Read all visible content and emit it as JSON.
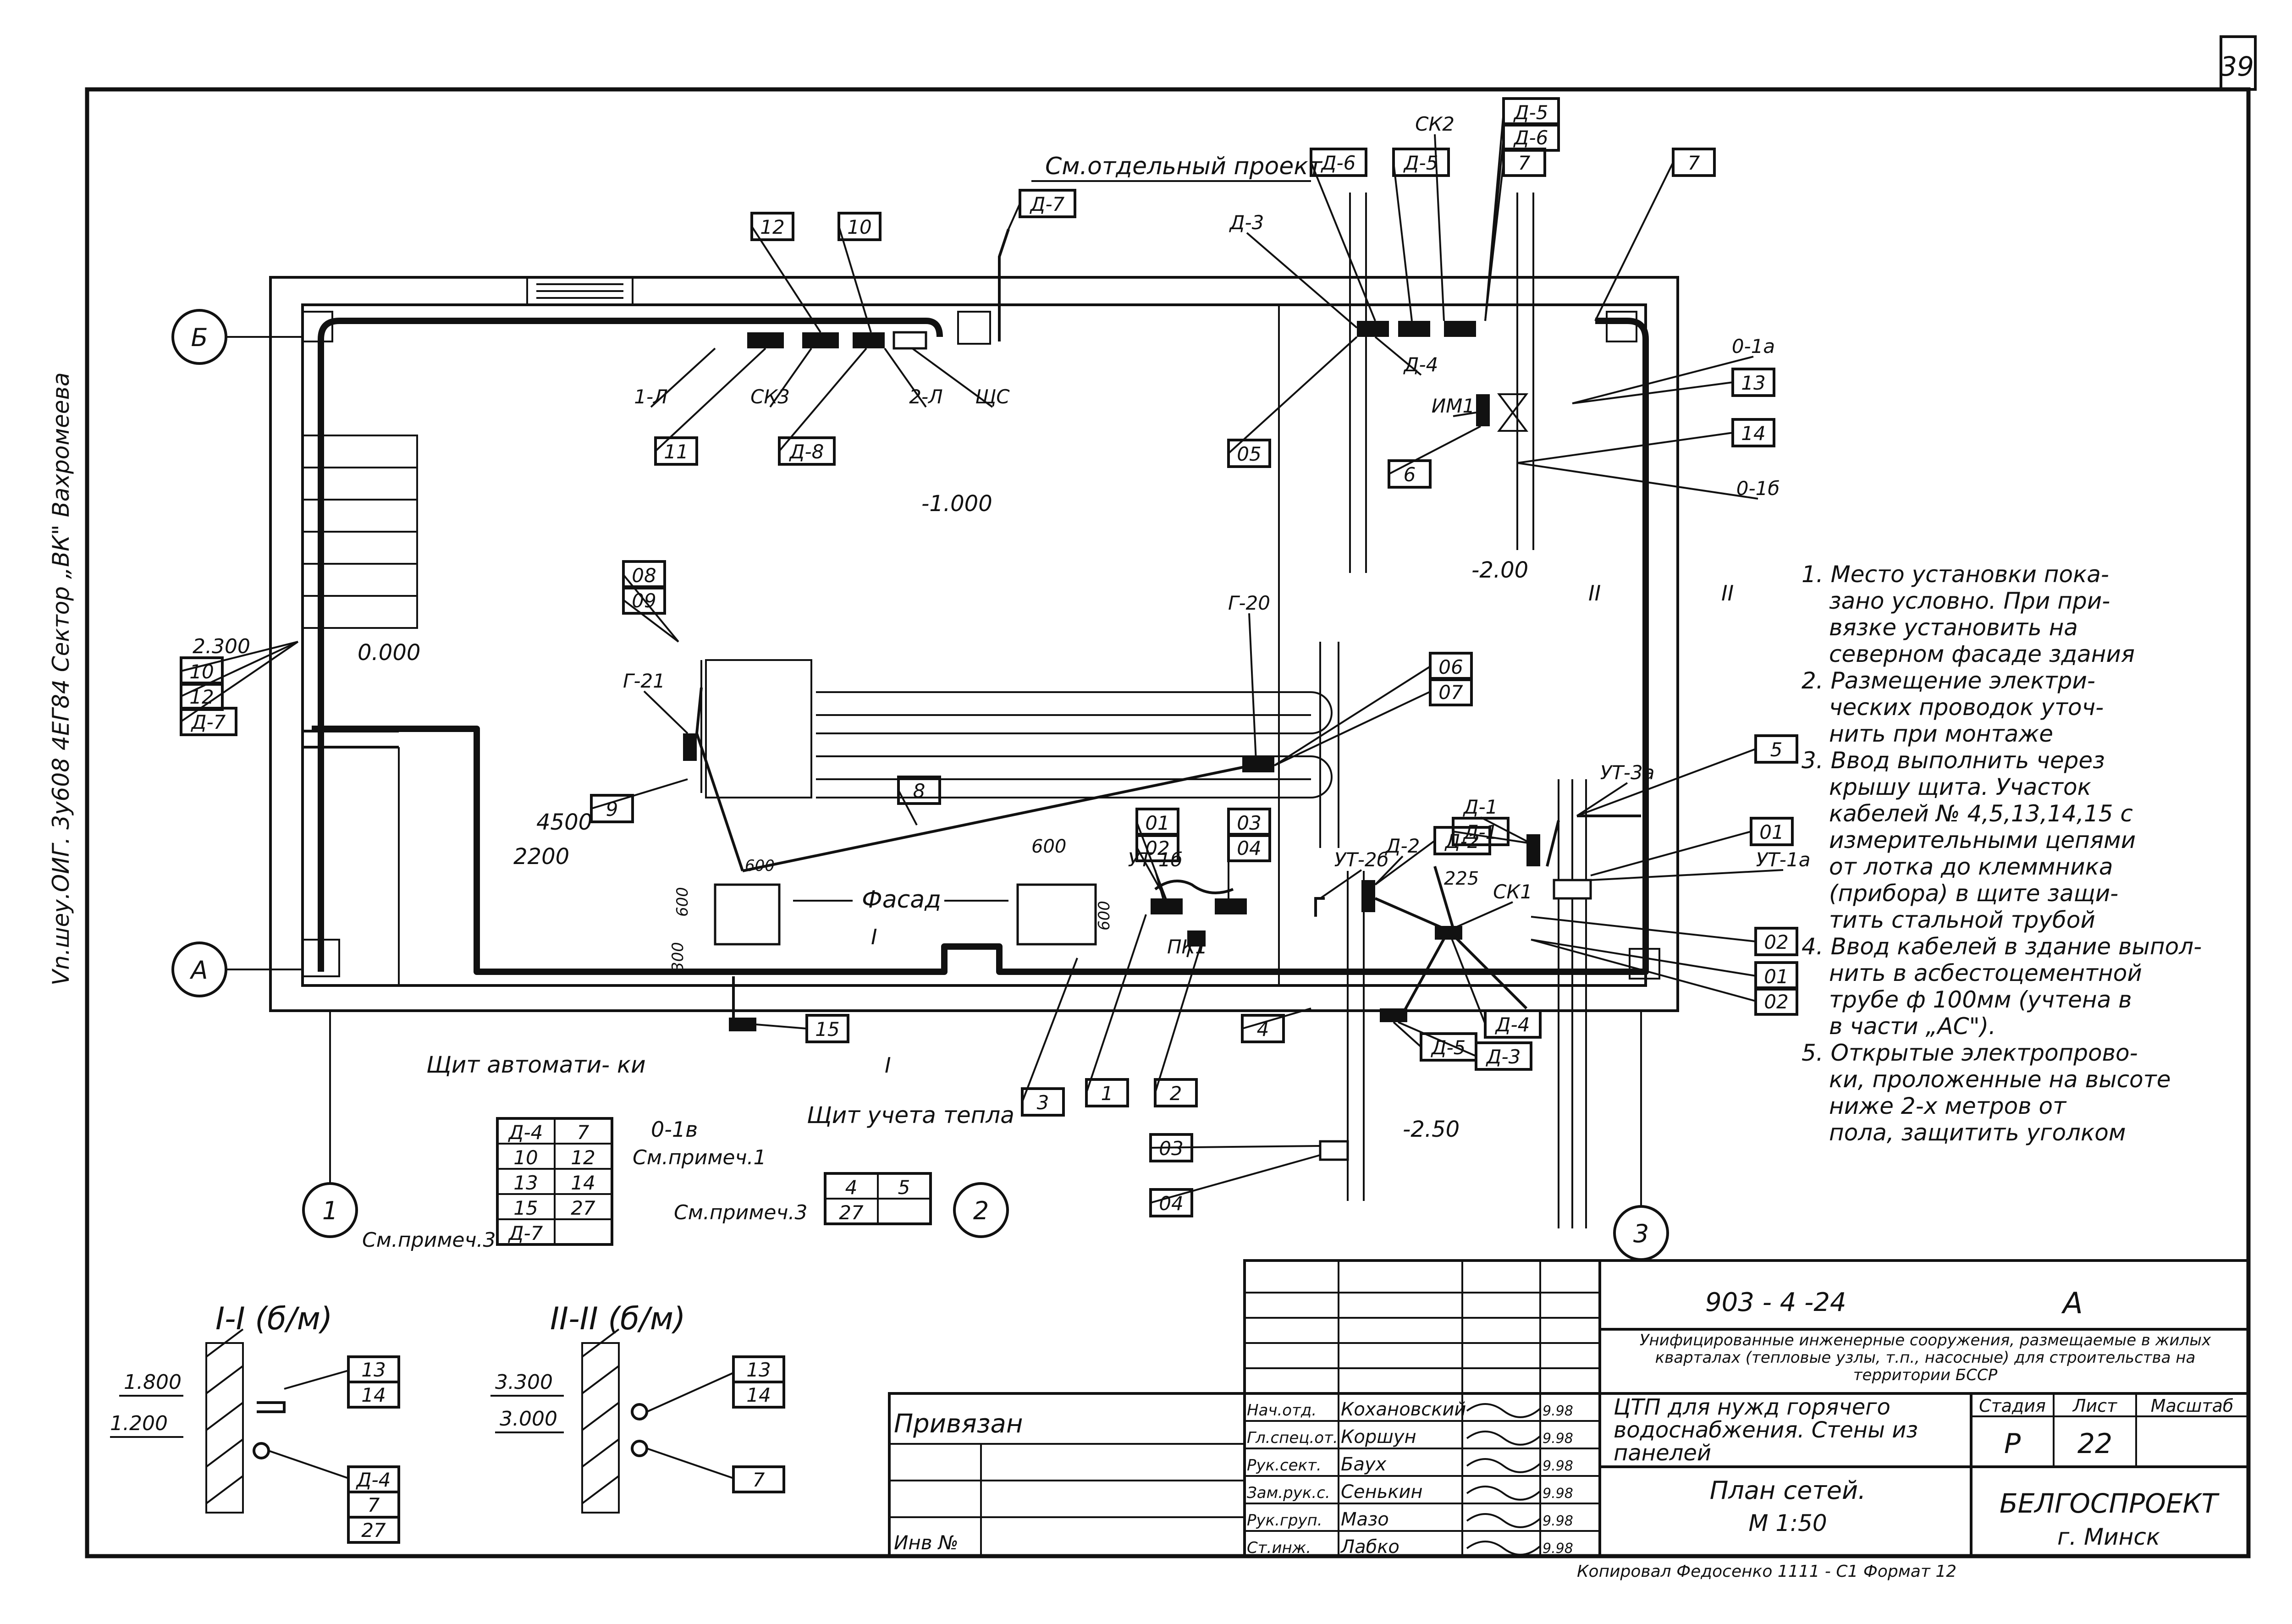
{
  "sheet": {
    "page_number": "39",
    "left_strip": "Vn.шеу.ОИГ. 3у608 4ЕГ84 Сектор „ВК\" Вахромеева",
    "doc_code": "903 - 4 -24",
    "part": "А",
    "project_title": "Унифицированные инженерные сооружения, размещаемые в жилых кварталах (тепловые узлы, т.п., насосные) для строительства на территории БССР",
    "object_title": "ЦТП для нужд горячего водоснабжения. Стены из панелей",
    "drawing_title": "План сетей.",
    "scale": "М 1:50",
    "stage_label": "Стадия",
    "sheet_label": "Лист",
    "scale_label": "Масштаб",
    "stage": "Р",
    "sheet": "22",
    "org": "БЕЛГОСПРОЕКТ",
    "city": "г. Минск",
    "bound": "Привязан",
    "inv_label": "Инв № ",
    "footer": "Копировал Федосенко 1111 - С1 Формат 12",
    "signatures": [
      {
        "role": "Нач.отд.",
        "name": "Кохановский",
        "date": "9.98"
      },
      {
        "role": "Гл.спец.от.",
        "name": "Коршун",
        "date": "9.98"
      },
      {
        "role": "Рук.сект.",
        "name": "Баух",
        "date": "9.98"
      },
      {
        "role": "Зам.рук.с.",
        "name": "Сенькин",
        "date": "9.98"
      },
      {
        "role": "Рук.груп.",
        "name": "Мазо",
        "date": "9.98"
      },
      {
        "role": "Ст.инж.",
        "name": "Лабко",
        "date": "9.98"
      }
    ]
  },
  "notes": [
    "1. Место установки пока-",
    "зано условно. При при-",
    "вязке установить на",
    "северном фасаде здания",
    "2. Размещение электри-",
    "ческих проводок уточ-",
    "нить при монтаже",
    "3. Ввод выполнить через",
    "крышу щита. Участок",
    "кабелей № 4,5,13,14,15 с",
    "измерительными цепями",
    "от лотка до клеммника",
    "(прибора) в щите защи-",
    "тить стальной трубой",
    "4. Ввод кабелей в здание выпол-",
    "нить в асбестоцементной",
    "трубе ф 100мм (учтена в",
    "в части „АС\").",
    "5. Открытые электропрово-",
    "ки, проложенные на высоте",
    "ниже 2-х метров от",
    "пола, защитить уголком"
  ],
  "plan": {
    "separate_project": "См.отдельный проект",
    "levels": [
      "-1.000",
      "-2.00",
      "0.000",
      "2.300",
      "-2.50"
    ],
    "axes": [
      "Б",
      "А",
      "1",
      "2",
      "3"
    ],
    "dims": [
      "4500",
      "2200",
      "600",
      "600",
      "300",
      "600",
      "600",
      "225"
    ],
    "facade": "Фасад",
    "panel_auto": "Щит автомати- ки",
    "panel_heat": "Щит учета тепла",
    "note_ref_1": "0-1в",
    "note_ref_1b": "См.примеч.1",
    "see_note_3": "См.примеч.3",
    "section_marks": [
      "I",
      "I",
      "II",
      "II"
    ],
    "tags": [
      "1-Л",
      "СК3",
      "11",
      "Д-8",
      "2-Л",
      "ЩС",
      "12",
      "10",
      "Д-7",
      "Д-6",
      "Д-5",
      "СК2",
      "Д-5",
      "Д-6",
      "7",
      "7",
      "Д-3",
      "Д-4",
      "05",
      "ИМ1",
      "6",
      "0-1а",
      "13",
      "14",
      "0-1б",
      "08",
      "09",
      "Г-21",
      "9",
      "Г-20",
      "06",
      "07",
      "8",
      "УТ-1б",
      "01",
      "02",
      "03",
      "04",
      "УТ-2б",
      "Д-2",
      "Д-2",
      "Д-1",
      "Д-1",
      "УТ-3а",
      "5",
      "01",
      "УТ-1а",
      "СК1",
      "02",
      "01",
      "02",
      "Д-4",
      "Д-3",
      "Д-5",
      "ПК1",
      "1",
      "2",
      "3",
      "4",
      "03",
      "04",
      "15",
      "10",
      "12",
      "Д-7"
    ],
    "table_auto": [
      [
        "Д-4",
        "7"
      ],
      [
        "10",
        "12"
      ],
      [
        "13",
        "14"
      ],
      [
        "15",
        "27"
      ],
      [
        "Д-7",
        ""
      ]
    ],
    "table_heat": [
      [
        "4",
        "5"
      ],
      [
        "27",
        ""
      ]
    ]
  },
  "sections": {
    "s1_title": "I-I (б/м)",
    "s1_levels": [
      "1.800",
      "1.200"
    ],
    "s1_tags": [
      "13",
      "14",
      "Д-4",
      "7",
      "27"
    ],
    "s2_title": "II-II (б/м)",
    "s2_levels": [
      "3.300",
      "3.000"
    ],
    "s2_tags": [
      "13",
      "14",
      "7"
    ]
  }
}
